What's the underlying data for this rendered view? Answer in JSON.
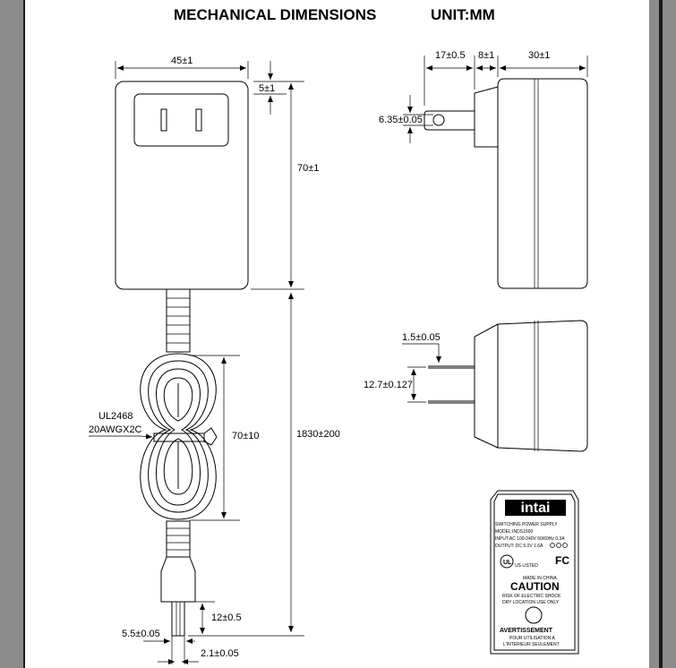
{
  "header": {
    "title": "MECHANICAL DIMENSIONS",
    "unit": "UNIT:MM"
  },
  "front_view": {
    "width": "45±1",
    "height": "70±1",
    "prong_offset": "5±1",
    "cord_length": "1830±200",
    "coil_height": "70±10",
    "cable_spec_line1": "UL2468",
    "cable_spec_line2": "20AWGX2C",
    "tip_length": "12±0.5",
    "plug_od": "5.5±0.05",
    "plug_id": "2.1±0.05"
  },
  "side_view": {
    "prong_length": "17±0.5",
    "base_thickness": "8±1",
    "body_depth": "30±1",
    "hole_diameter": "6.35±0.05"
  },
  "bottom_view": {
    "prong_thickness": "1.5±0.05",
    "prong_spacing": "12.7±0.127"
  },
  "label": {
    "brand": "intai",
    "product": "SWITCHING POWER SUPPLY",
    "model": "MODEL:INDS1600",
    "input": "INPUT:AC 100-240V 50/60Hz 0.3A",
    "output": "OUTPUT: DC 5.0V 1.6A",
    "ul_mark": "US LISTED",
    "made_in": "MADE IN CHINA",
    "caution": "CAUTION",
    "caution_line1": "RISK OF ELECTRIC SHOCK",
    "caution_line2": "DRY LOCATION USE ONLY",
    "avertissement": "AVERTISSEMENT",
    "avert_line1": "POUR UTILISATION A",
    "avert_line2": "L'INTERIEUR SEULEMENT"
  }
}
